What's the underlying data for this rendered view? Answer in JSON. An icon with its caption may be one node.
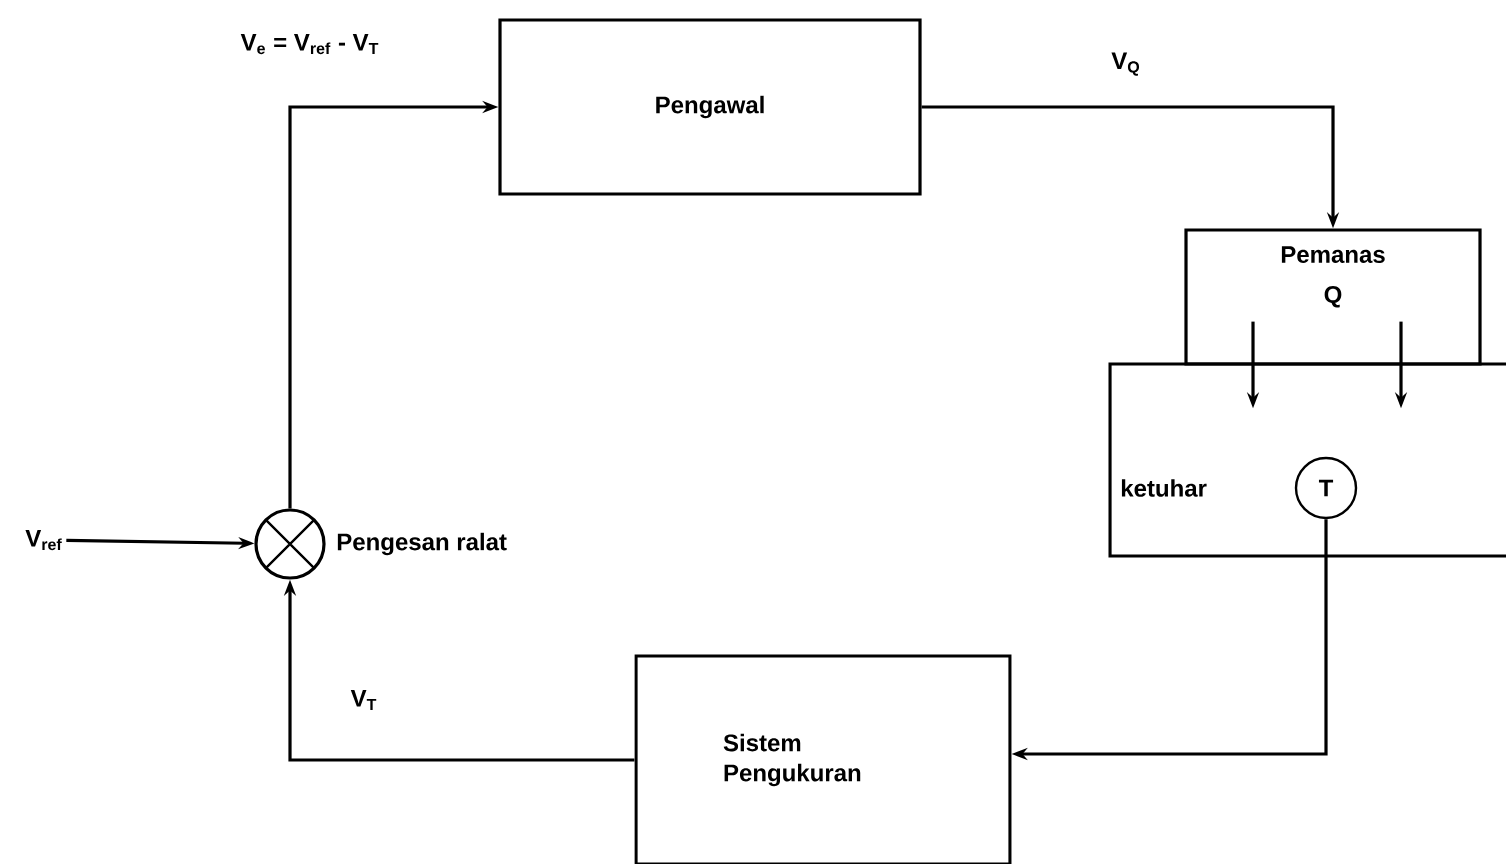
{
  "diagram": {
    "nodes": [
      {
        "text": [
          "V$_{ref}$"
        ]
      },
      {
        "text": [],
        "shape": "circle",
        "beside": [
          "Pengesan ralat"
        ]
      },
      {
        "text": [
          "Pengawal"
        ]
      },
      {
        "text": [
          "Pemanas",
          "Q"
        ]
      },
      {
        "text": [
          "ketuhar"
        ]
      },
      {
        "text": [
          "T"
        ],
        "in": 4
      },
      {
        "text": [
          "Sistem Pengukuran"
        ]
      }
    ],
    "edges": [
      {
        "from": 0,
        "to": 1,
        "arrow": "to"
      },
      {
        "from": 1,
        "to": 2,
        "arrow": "to",
        "label": "V$_{e}$ = V$_{ref}$ - V$_{T}$"
      },
      {
        "from": 2,
        "to": 3,
        "arrow": "to",
        "label": "V$_{Q}$"
      },
      {
        "from": 3,
        "to": 4,
        "arrow": "to"
      },
      {
        "from": 3,
        "to": 4,
        "arrow": "to"
      },
      {
        "from": 5,
        "to": 6,
        "arrow": "to"
      },
      {
        "from": 6,
        "to": 1,
        "arrow": "to",
        "label": "V$_{T}$"
      }
    ]
  }
}
